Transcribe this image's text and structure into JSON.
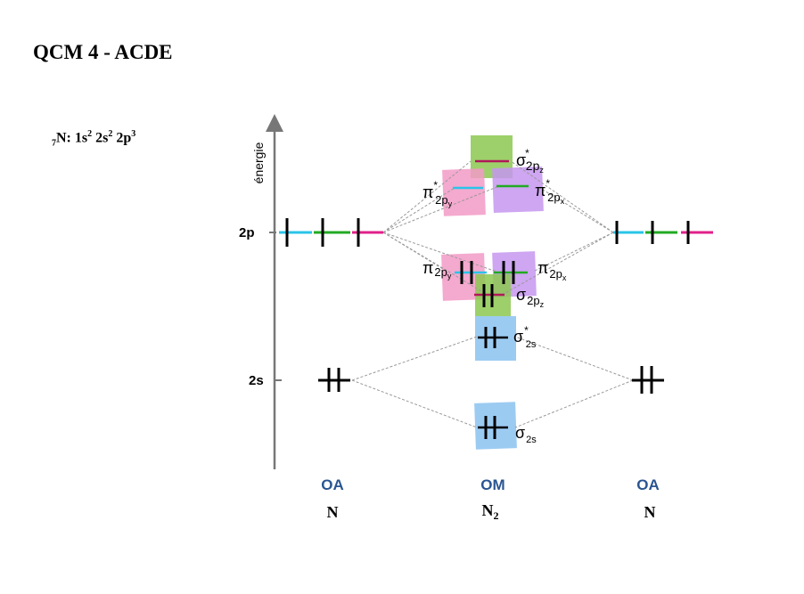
{
  "title": "QCM 4 - ACDE",
  "config": {
    "sub": "7",
    "element": "N:",
    "o1": "1s",
    "e1": "2",
    "o2": "2s",
    "e2": "2",
    "o3": "2p",
    "e3": "3"
  },
  "axis": {
    "label": "énergie"
  },
  "levels": {
    "p": "2p",
    "s": "2s"
  },
  "columns": {
    "left": {
      "header": "OA",
      "species": "N"
    },
    "middle": {
      "header": "OM",
      "species": "N",
      "species_sub": "2"
    },
    "right": {
      "header": "OA",
      "species": "N"
    }
  },
  "orbitals": {
    "sigma_2pz_star": {
      "symbol": "σ",
      "star": "*",
      "sub": "2p",
      "subsub": "z"
    },
    "pi_2py_star": {
      "symbol": "π",
      "star": "*",
      "sub": "2p",
      "subsub": "y"
    },
    "pi_2px_star": {
      "symbol": "π",
      "star": "*",
      "sub": "2p",
      "subsub": "x"
    },
    "pi_2py": {
      "symbol": "π",
      "sub": "2p",
      "subsub": "y"
    },
    "pi_2px": {
      "symbol": "π",
      "sub": "2p",
      "subsub": "x"
    },
    "sigma_2pz": {
      "symbol": "σ",
      "sub": "2p",
      "subsub": "z"
    },
    "sigma_2s_star": {
      "symbol": "σ",
      "star": "*",
      "sub": "2s"
    },
    "sigma_2s": {
      "symbol": "σ",
      "sub": "2s"
    }
  },
  "colors": {
    "axis": "#777777",
    "cyan": "#29c4e8",
    "green": "#22aa22",
    "magenta": "#e0208a",
    "sigma_line": "#b0185a",
    "green_box": "#8cc850",
    "pink_box": "#f29ac6",
    "purple_box": "#c597ee",
    "blue_box": "#9ccbf2",
    "header_blue": "#2a5592",
    "dashed": "#999999"
  }
}
